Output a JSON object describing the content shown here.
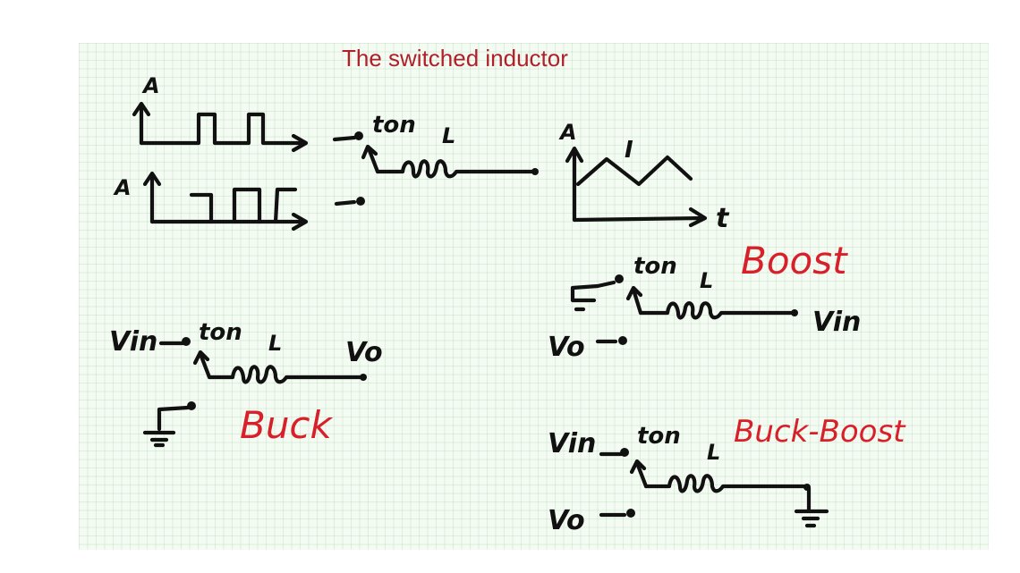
{
  "title": "The switched inductor",
  "colors": {
    "ink": "#111111",
    "title": "#b0202a",
    "accent_red": "#d8202a",
    "paper": "#f4fbf3"
  },
  "top_section": {
    "waveform_top_axis_label": "A",
    "waveform_bottom_axis_label": "A",
    "switch_label": "ton",
    "inductor_label": "L",
    "current_graph": {
      "y_label": "A",
      "x_label": "t",
      "curve_label": "I"
    }
  },
  "boost": {
    "name": "Boost",
    "switch_label": "ton",
    "inductor_label": "L",
    "input_label": "Vin",
    "output_label": "Vo"
  },
  "buck": {
    "name": "Buck",
    "switch_label": "ton",
    "inductor_label": "L",
    "input_label": "Vin",
    "output_label": "Vo"
  },
  "buck_boost": {
    "name": "Buck-Boost",
    "switch_label": "ton",
    "inductor_label": "L",
    "input_label": "Vin",
    "output_label": "Vo"
  }
}
